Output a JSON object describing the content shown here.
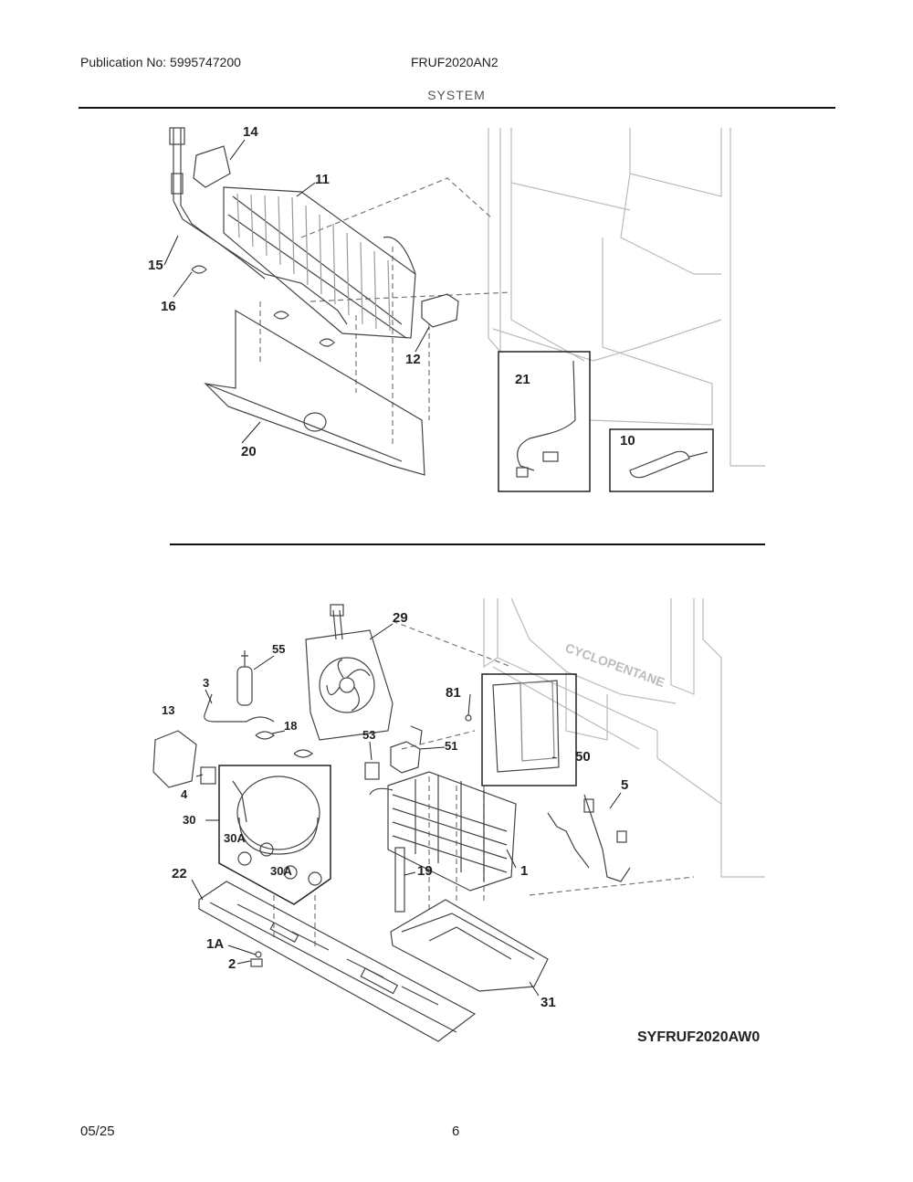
{
  "header": {
    "publication": "Publication No: 5995747200",
    "model": "FRUF2020AN2",
    "section": "SYSTEM"
  },
  "top_callouts": [
    "14",
    "11",
    "15",
    "16",
    "12",
    "21",
    "10",
    "20"
  ],
  "bottom_callouts": [
    "29",
    "55",
    "3",
    "13",
    "18",
    "81",
    "53",
    "51",
    "50",
    "4",
    "5",
    "30",
    "30A",
    "30A",
    "1",
    "19",
    "22",
    "1A",
    "2",
    "31"
  ],
  "cabinet_label": "CYCLOPENTANE",
  "diagram_code": "SYFRUF2020AW0",
  "footer": {
    "date": "05/25",
    "page": "6"
  }
}
